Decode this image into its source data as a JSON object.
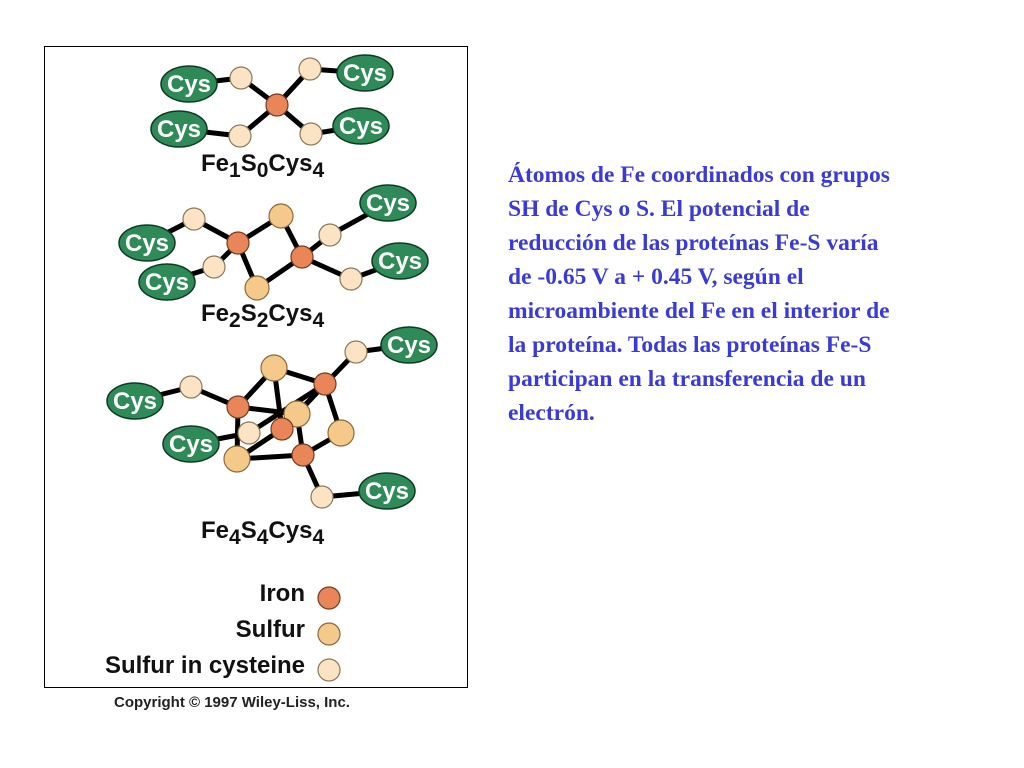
{
  "figure": {
    "cys_label": "Cys",
    "formulas": [
      {
        "parts": [
          [
            "Fe",
            false
          ],
          [
            "1",
            true
          ],
          [
            "S",
            false
          ],
          [
            "0",
            true
          ],
          [
            "Cys",
            false
          ],
          [
            "4",
            true
          ]
        ]
      },
      {
        "parts": [
          [
            "Fe",
            false
          ],
          [
            "2",
            true
          ],
          [
            "S",
            false
          ],
          [
            "2",
            true
          ],
          [
            "Cys",
            false
          ],
          [
            "4",
            true
          ]
        ]
      },
      {
        "parts": [
          [
            "Fe",
            false
          ],
          [
            "4",
            true
          ],
          [
            "S",
            false
          ],
          [
            "4",
            true
          ],
          [
            "Cys",
            false
          ],
          [
            "4",
            true
          ]
        ]
      }
    ],
    "legend": {
      "iron": "Iron",
      "sulfur": "Sulfur",
      "sulfur_cysteine": "Sulfur in cysteine"
    },
    "colors": {
      "iron": "#e8865a",
      "sulfur": "#f5c98a",
      "sulfur_in_cysteine": "#fbe3c4",
      "cys": "#2e8b57"
    }
  },
  "copyright": "Copyright © 1997 Wiley-Liss, Inc.",
  "caption": "Átomos de Fe coordinados con  grupos\nSH de Cys o S. El potencial de\nreducción de las proteínas Fe-S varía\nde -0.65 V a + 0.45 V, según el\nmicroambiente del Fe en el interior de\nla proteína. Todas las proteínas Fe-S\nparticipan en la transferencia de un\nelectrón."
}
